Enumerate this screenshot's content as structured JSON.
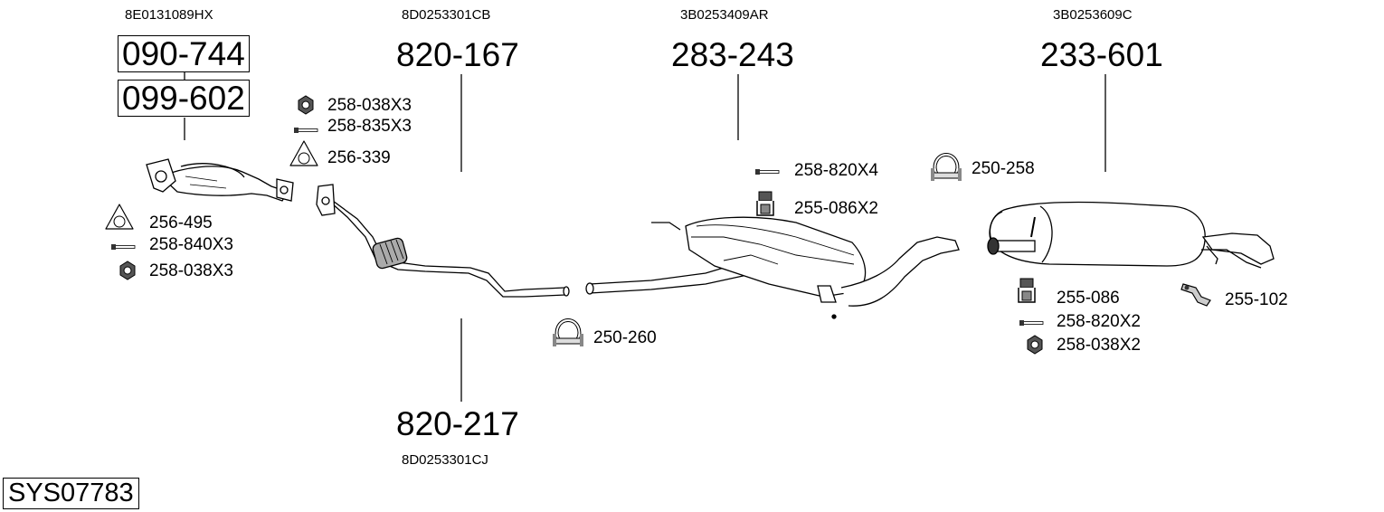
{
  "system_code": "SYS07783",
  "oem_numbers": {
    "catalyst": "8E0131089HX",
    "front_pipe": "8D0253301CB",
    "middle_silencer": "3B0253409AR",
    "rear_silencer": "3B0253609C",
    "front_pipe_alt": "8D0253301CJ"
  },
  "part_numbers": {
    "catalyst_a": "090-744",
    "catalyst_b": "099-602",
    "front_pipe": "820-167",
    "middle_silencer": "283-243",
    "rear_silencer": "233-601",
    "front_pipe_alt": "820-217"
  },
  "accessories": [
    {
      "icon": "nut-icon",
      "label": "258-038X3"
    },
    {
      "icon": "bolt-icon",
      "label": "258-835X3"
    },
    {
      "icon": "gasket-icon",
      "label": "256-339"
    },
    {
      "icon": "gasket-icon",
      "label": "256-495"
    },
    {
      "icon": "bolt-icon",
      "label": "258-840X3"
    },
    {
      "icon": "nut-icon",
      "label": "258-038X3"
    },
    {
      "icon": "bolt-icon",
      "label": "258-820X4"
    },
    {
      "icon": "rubber-mount-icon",
      "label": "255-086X2"
    },
    {
      "icon": "clamp-icon",
      "label": "250-258"
    },
    {
      "icon": "clamp-icon",
      "label": "250-260"
    },
    {
      "icon": "rubber-mount-icon",
      "label": "255-086"
    },
    {
      "icon": "bolt-icon",
      "label": "258-820X2"
    },
    {
      "icon": "nut-icon",
      "label": "258-038X2"
    },
    {
      "icon": "bracket-icon",
      "label": "255-102"
    }
  ]
}
